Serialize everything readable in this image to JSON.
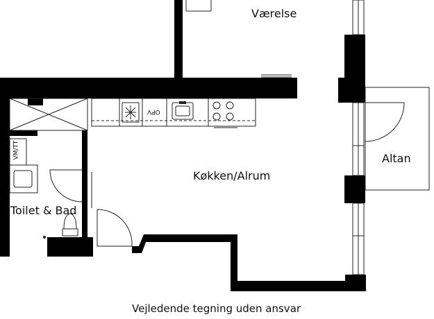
{
  "rooms": {
    "bedroom": "Værelse",
    "kitchen_living": "Køkken/Alrum",
    "balcony": "Altan",
    "bathroom": "Toilet & Bad"
  },
  "fixtures": {
    "dishwasher": "OPV",
    "washer_dryer": "VM/TT"
  },
  "caption": "Vejledende tegning uden ansvar",
  "colors": {
    "wall": "#000000",
    "line": "#222222",
    "background": "#ffffff"
  }
}
